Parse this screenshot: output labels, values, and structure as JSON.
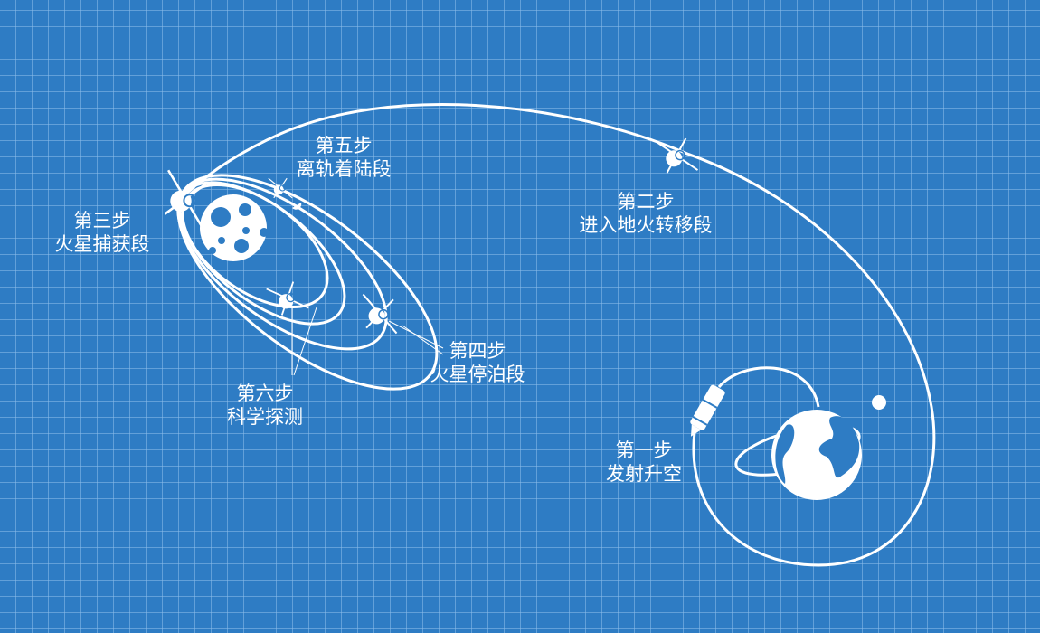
{
  "steps": [
    {
      "num": "第一步",
      "name": "发射升空"
    },
    {
      "num": "第二步",
      "name": "进入地火转移段"
    },
    {
      "num": "第三步",
      "name": "火星捕获段"
    },
    {
      "num": "第四步",
      "name": "火星停泊段"
    },
    {
      "num": "第五步",
      "name": "离轨着陆段"
    },
    {
      "num": "第六步",
      "name": "科学探测"
    }
  ],
  "colors": {
    "background": "#2e7cc4",
    "line": "#ffffff",
    "accent": "#2e7cc4"
  }
}
